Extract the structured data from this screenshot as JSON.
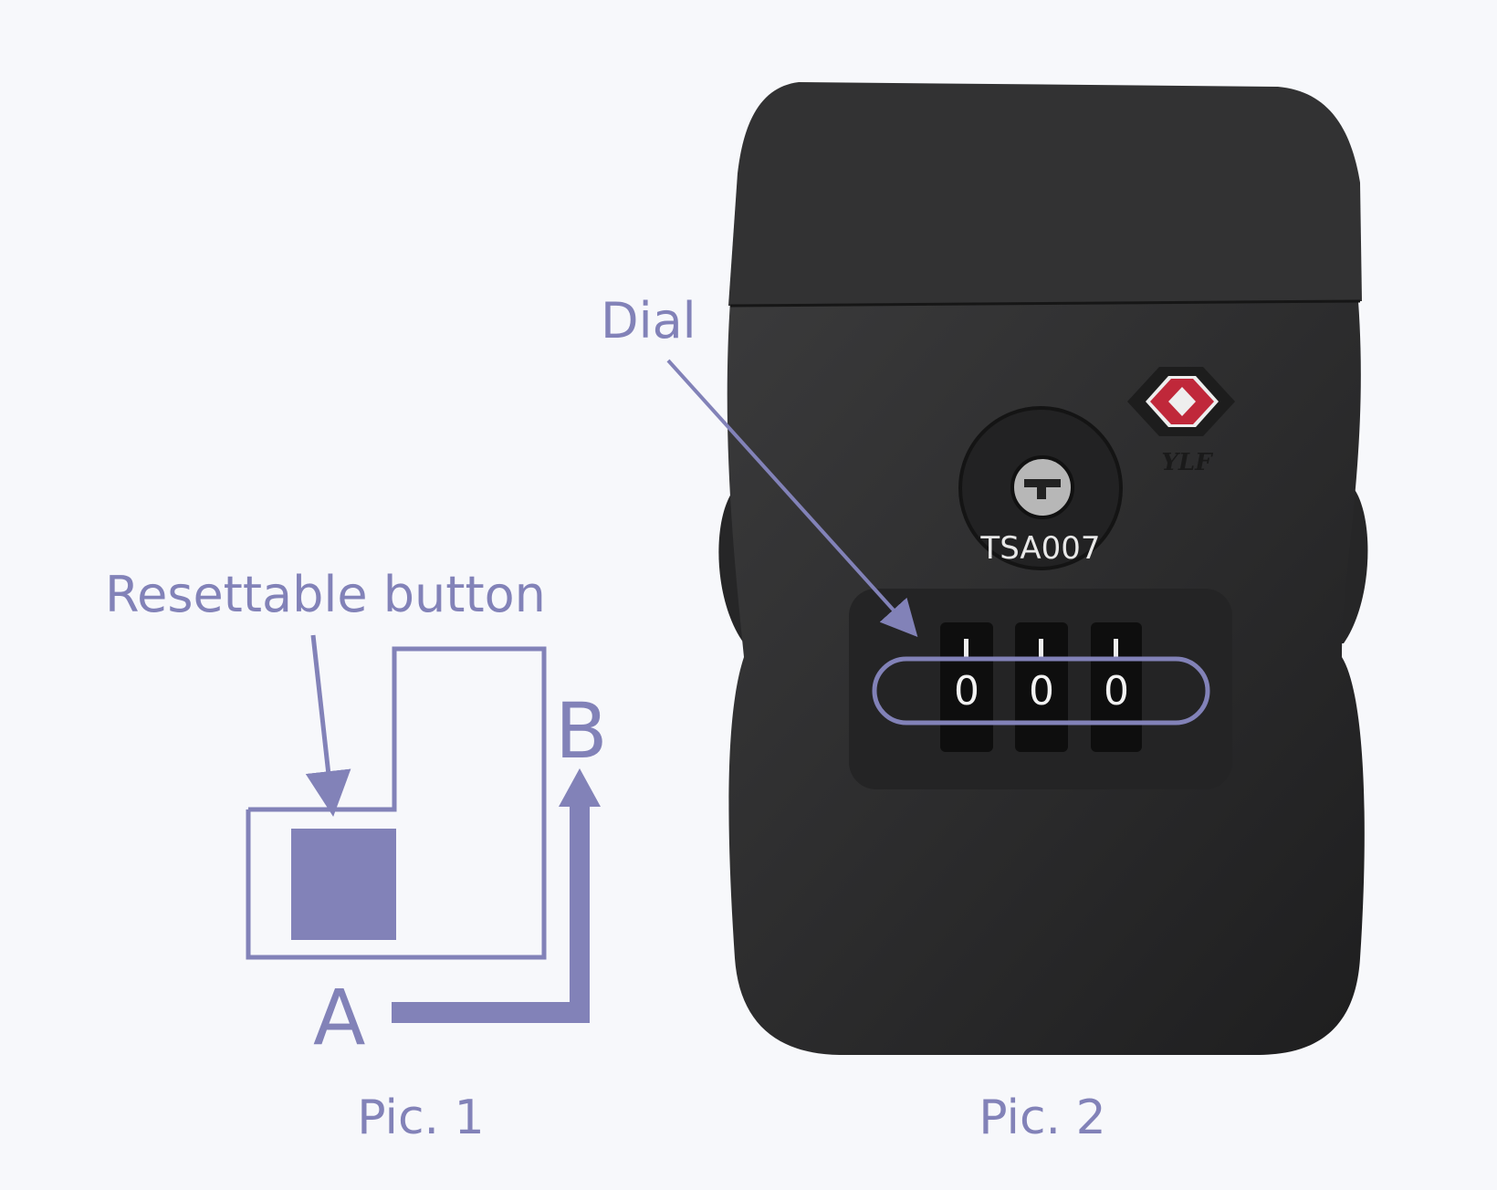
{
  "labels": {
    "resettable_button": "Resettable button",
    "dial": "Dial",
    "corner_a": "A",
    "corner_b": "B",
    "pic1": "Pic. 1",
    "pic2": "Pic. 2"
  },
  "lock": {
    "keyhole_text": "TSA007",
    "brand": "YLF",
    "dial_digits": [
      "0",
      "0",
      "0"
    ]
  },
  "colors": {
    "annotation": "#8282b8",
    "background": "#f7f8fb",
    "lock_body": "#2b2b2c",
    "logo_red": "#c0283a"
  }
}
